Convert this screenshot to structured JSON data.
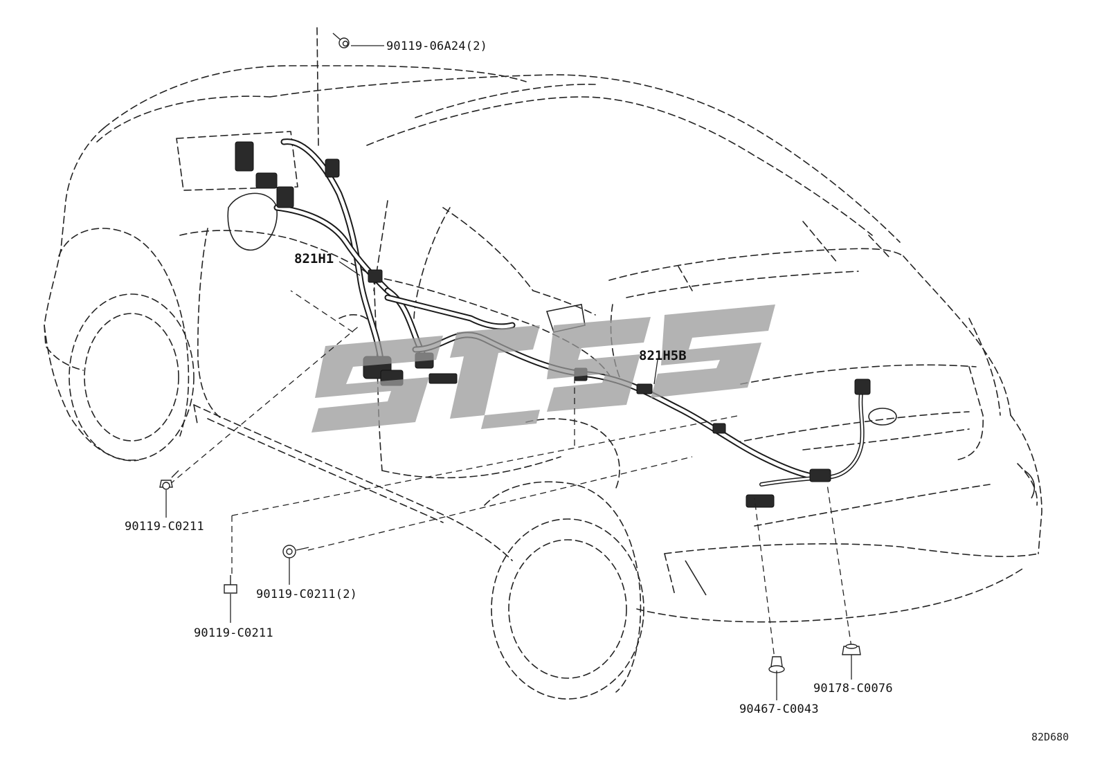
{
  "diagram": {
    "diagram_code": "82D680",
    "harness_labels": [
      {
        "id": "821H1",
        "text": "821H1"
      },
      {
        "id": "821H5B",
        "text": "821H5B"
      }
    ],
    "fastener_callouts": [
      {
        "id": "bolt-top",
        "text": "90119-06A24(2)",
        "icon": "bolt-icon"
      },
      {
        "id": "bolt-left",
        "text": "90119-C0211",
        "icon": "bolt-icon"
      },
      {
        "id": "bolt-mid",
        "text": "90119-C0211(2)",
        "icon": "bolt-icon"
      },
      {
        "id": "bolt-lower",
        "text": "90119-C0211",
        "icon": "bolt-icon"
      },
      {
        "id": "clip-rear-left",
        "text": "90467-C0043",
        "icon": "clip-icon"
      },
      {
        "id": "nut-rear-right",
        "text": "90178-C0076",
        "icon": "nut-icon"
      }
    ]
  }
}
